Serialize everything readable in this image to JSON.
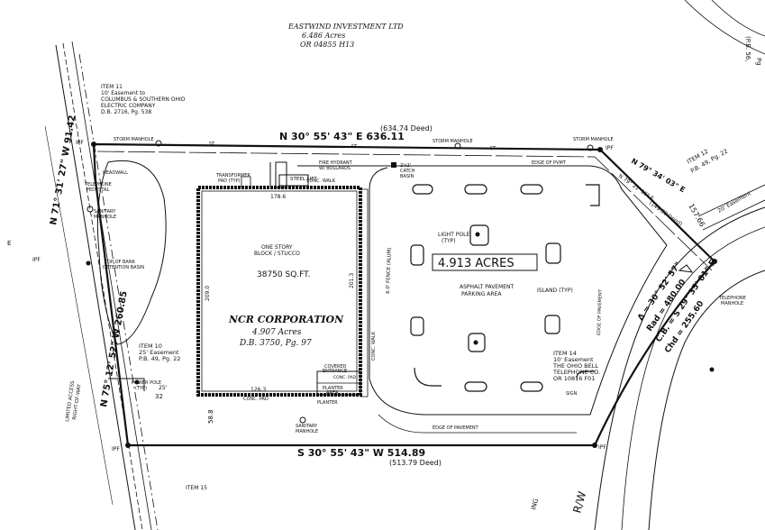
{
  "owner": {
    "name": "EASTWIND INVESTMENT LTD",
    "acres": "6.486 Acres",
    "ref": "OR 04855 H13"
  },
  "boundary": {
    "north_bearing": "N 30° 55' 43\" E  636.11",
    "north_deed": "(634.74 Deed)",
    "south_bearing": "S 30° 55' 43\" W  514.89",
    "south_deed": "(513.79 Deed)",
    "west_bearing_upper": "N 71° 31' 27\" W  91.42",
    "west_bearing_lower": "N 75° 12' 52\" W  260.85",
    "ne_bearing": "N 79° 34' 03\" E",
    "ne_bearing_2": "N 79° 21' 15\" E",
    "ne_deed": "(149.30 Deed)",
    "ne_dist": "157.66",
    "curve_delta": "Δ = 30° 52' 57\"",
    "curve_radius": "Rad = 480.00",
    "curve_chord_bearing": "C.B. = S 29° 35' 01\" E",
    "curve_chord": "Chd = 255.60"
  },
  "items": {
    "item11": {
      "title": "ITEM 11",
      "l1": "10' Easement to",
      "l2": "COLUMBUS & SOUTHERN OHIO",
      "l3": "ELECTRIC COMPANY",
      "l4": "D.B. 2716, Pg. 538"
    },
    "item10": {
      "title": "ITEM 10",
      "l1": "25' Easement",
      "l2": "P.B. 49, Pg. 22"
    },
    "item12": {
      "title": "ITEM 12",
      "l1": "P.B. 49, Pg. 22"
    },
    "item14": {
      "title": "ITEM 14",
      "l1": "10' Easement",
      "l2": "THE OHIO BELL",
      "l3": "TELEPHONE CO.",
      "l4": "OR 10816 F01"
    },
    "item15": "ITEM 15"
  },
  "building": {
    "type_l1": "ONE STORY",
    "type_l2": "BLOCK / STUCCO",
    "area": "38750 SQ.FT.",
    "owner": "NCR CORPORATION",
    "acres": "4.907 Acres",
    "deed": "D.B. 3750, Pg. 97",
    "dim_top": "178.6",
    "dim_left": "209.0",
    "dim_right": "201.3",
    "dim_bottom": "126.3",
    "dim_offset": "58.8",
    "covered_l1": "COVERED",
    "covered_l2": "ENTRANCE",
    "planter": "PLANTER",
    "planter_area_l1": "PLANTER",
    "planter_area_l2": "AREA",
    "conc_pad": "CONC. PAD",
    "conc_walk": "CONC. WALK",
    "conc_walk_top": "CONC. WALK",
    "conc_pad2": "CONC. PAD"
  },
  "site": {
    "total_acres": "4.913 ACRES",
    "pavement_l1": "ASPHALT PAVEMENT",
    "pavement_l2": "PARKING AREA",
    "island": "ISLAND (TYP)",
    "light_pole": "LIGHT POLE",
    "light_pole_typ": "(TYP)",
    "fence": "6.0' FENCE (ALUM)",
    "storm_manhole_w": "STORM MANHOLE",
    "storm_manhole_c": "STORM MANHOLE",
    "storm_manhole_e": "STORM MANHOLE",
    "catch_basin_l1": "2'x2'",
    "catch_basin_l2": "CATCH",
    "catch_basin_l3": "BASIN",
    "fire_hydrant_l1": "FIRE HYDRANT",
    "fire_hydrant_l2": "W/ BOLLARDS",
    "transformer_l1": "TRANSFORMER",
    "transformer_l2": "PAD (TYP)",
    "steel_lift": "STEEL LIFT",
    "headwall": "HEADWALL",
    "telephone_l1": "TELEPHONE",
    "telephone_l2": "PEDESTAL",
    "sanitary_w_l1": "SANITARY",
    "sanitary_w_l2": "MANHOLE",
    "sanitary_s_l1": "SANITARY",
    "sanitary_s_l2": "MANHOLE",
    "basin_l1": "TOP OF BANK",
    "basin_l2": "DETENTION BASIN",
    "power_pole_l1": "POWER POLE",
    "power_pole_l2": "(TYP)",
    "edge_pvmt_n": "EDGE OF PVMT",
    "edge_pvmt_s": "EDGE OF PAVEMENT",
    "edge_pvmt_e": "EDGE OF PAVEMENT",
    "telephone_mh_l1": "TELEPHONE",
    "telephone_mh_l2": "MANHOLE",
    "limited_access_l1": "LIMITED ACCESS",
    "limited_access_l2": "RIGHT-OF-WAY",
    "dim_32": "32",
    "dim_25": "25'",
    "dim_20": "20' Easement",
    "pb_ne_l1": "(P.B. 56,",
    "pb_ne_l2": "Pg",
    "ipf_nw": "IPF",
    "ipf_ne": "IPF",
    "ipf_w": "IPF",
    "ipf_sw": "IPF",
    "ipf_se": "IPF",
    "st": "ST",
    "rw": "R/W",
    "e_left": "E",
    "road_bottom": "ING",
    "sign": "SIGN"
  }
}
